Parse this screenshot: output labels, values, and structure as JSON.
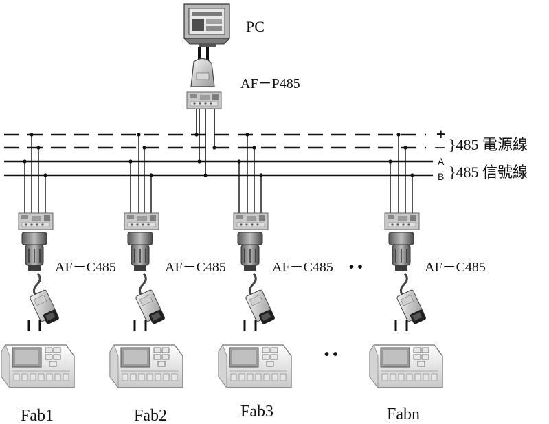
{
  "pc": {
    "label": "PC"
  },
  "master_adapter": {
    "label": "AF－P485"
  },
  "bus": {
    "power_plus": "+",
    "power_minus": "－",
    "power_label": "}485 電源線",
    "signal_a": "A",
    "signal_b": "B",
    "signal_label": "}485 信號線"
  },
  "nodes": [
    {
      "adapter_label": "AF－C485",
      "device_label": "Fab1"
    },
    {
      "adapter_label": "AF－C485",
      "device_label": "Fab2"
    },
    {
      "adapter_label": "AF－C485",
      "device_label": "Fab3"
    },
    {
      "adapter_label": "AF－C485",
      "device_label": "Fabn"
    }
  ],
  "ellipsis_adapter": "• •",
  "ellipsis_device": "• •"
}
